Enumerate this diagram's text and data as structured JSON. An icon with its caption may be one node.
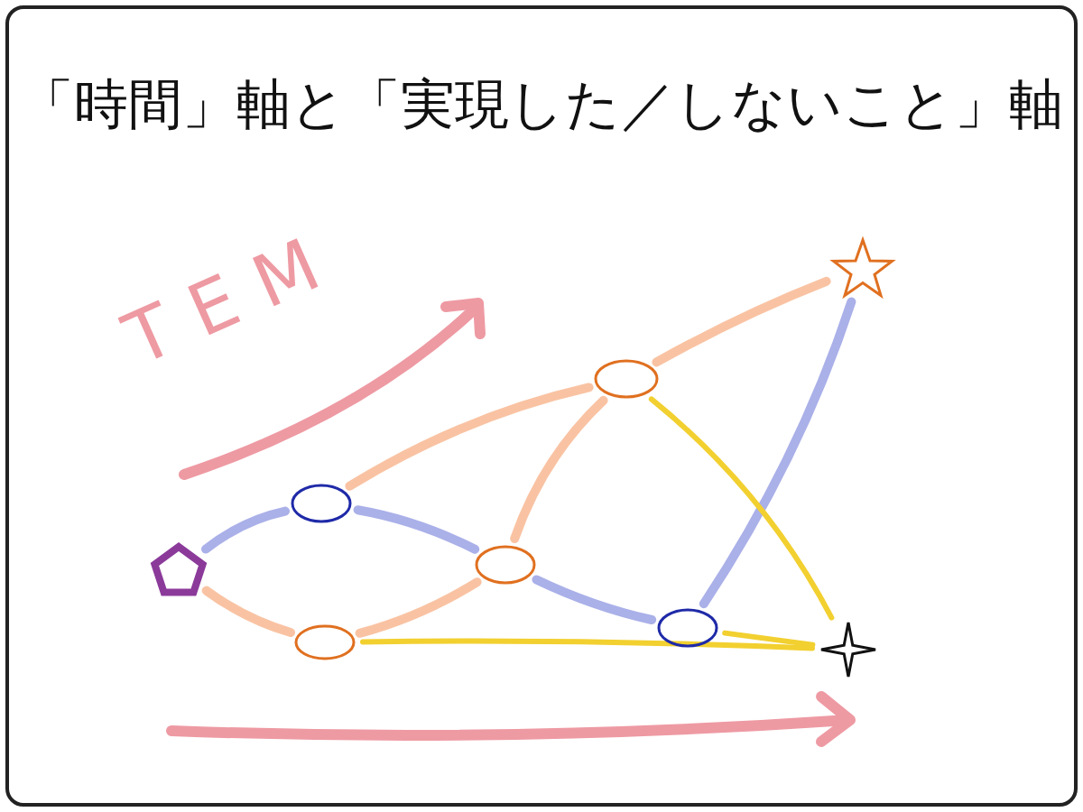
{
  "diagram": {
    "title": "「時間」軸と「実現した／しないこと」軸",
    "nodes": [
      {
        "text": [],
        "shape": "pentagon"
      },
      {
        "text": [],
        "shape": "circle"
      },
      {
        "text": [],
        "shape": "circle"
      },
      {
        "text": [],
        "shape": "circle"
      },
      {
        "text": [],
        "shape": "circle"
      },
      {
        "text": [],
        "shape": "circle"
      },
      {
        "text": [],
        "shape": "star"
      },
      {
        "text": [],
        "shape": "star"
      }
    ],
    "edges": [
      {
        "from": 0,
        "to": 1,
        "arrow": "none",
        "color": "#aab0e8"
      },
      {
        "from": 0,
        "to": 2,
        "arrow": "none"
      },
      {
        "from": 1,
        "to": 3,
        "arrow": "none",
        "color": "#aab0e8"
      },
      {
        "from": 2,
        "to": 3,
        "arrow": "none"
      },
      {
        "from": 1,
        "to": 4,
        "arrow": "none"
      },
      {
        "from": 3,
        "to": 4,
        "arrow": "none"
      },
      {
        "from": 3,
        "to": 5,
        "arrow": "none",
        "color": "#aab0e8"
      },
      {
        "from": 4,
        "to": 6,
        "arrow": "none"
      },
      {
        "from": 5,
        "to": 6,
        "arrow": "none",
        "color": "#aab0e8"
      },
      {
        "from": 4,
        "to": 7,
        "arrow": "none",
        "color": "#f2d030"
      },
      {
        "from": 5,
        "to": 7,
        "arrow": "none",
        "color": "#f2d030"
      },
      {
        "from": 2,
        "to": 7,
        "arrow": "none",
        "color": "#f2d030"
      }
    ],
    "labels": [
      "TEM"
    ]
  }
}
